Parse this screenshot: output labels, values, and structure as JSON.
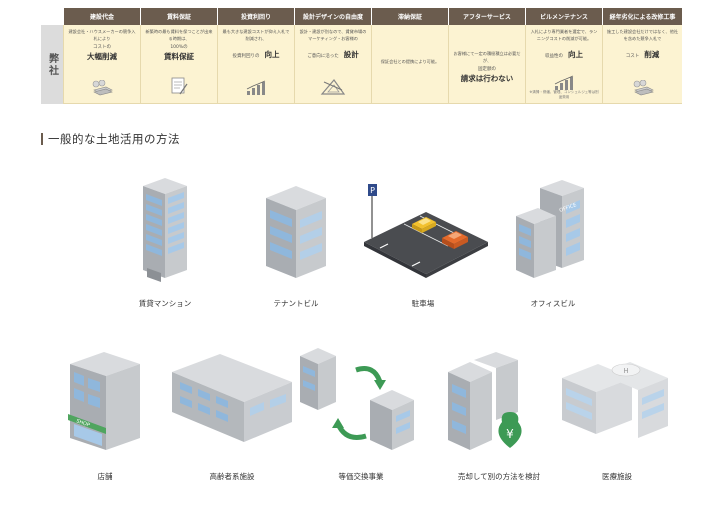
{
  "comparison": {
    "row_label": "弊社",
    "columns": [
      {
        "header": "建設代金",
        "desc": "建設会社・ハウスメーカーの競争入札により",
        "small": "コストの",
        "big": "大幅削減",
        "icon": "money-icon"
      },
      {
        "header": "賃料保証",
        "desc": "新築時の最も賃料を保つことが出来る時期は、",
        "small": "100%の",
        "big": "賃料保証",
        "icon": "document-check-icon"
      },
      {
        "header": "投資利回り",
        "desc": "最も大きな建設コストが抑え入札で削減され、",
        "small": "投資利回りの",
        "big": "向上",
        "icon": "bar-chart-icon"
      },
      {
        "header": "設計デザインの自由度",
        "desc": "設計・建設が別なので、賃貸市場のマーケティング・お客様の",
        "small": "ご意向に沿った",
        "big": "設計",
        "icon": "drafting-tools-icon"
      },
      {
        "header": "滞納保証",
        "desc": "保証会社との提携により可能。",
        "small": "",
        "big": "",
        "icon": ""
      },
      {
        "header": "アフターサービス",
        "desc": "お客様にて一定の積極積立は必要だが、",
        "small": "固定額の",
        "big": "請求は行わない",
        "icon": ""
      },
      {
        "header": "ビルメンテナンス",
        "desc": "入札により専門業者を選定で、ランニングコストの削減が可能。",
        "small": "収益性の",
        "big": "向上",
        "icon": "bar-chart-icon",
        "note": "※清掃・修繕、管理、コンシェルジュ等は別途費用"
      },
      {
        "header": "経年劣化による改修工事",
        "desc": "施工した建設会社だけではなく、他社を含めた競争入札で",
        "small": "コスト",
        "big": "削減",
        "icon": "money-icon"
      }
    ]
  },
  "section": {
    "title": "一般的な土地活用の方法"
  },
  "methods": [
    {
      "label": "賃貸マンション",
      "icon": "tall-apartment-icon"
    },
    {
      "label": "テナントビル",
      "icon": "tenant-building-icon"
    },
    {
      "label": "駐車場",
      "icon": "parking-lot-icon"
    },
    {
      "label": "オフィスビル",
      "icon": "office-building-icon"
    },
    {
      "label": "店舗",
      "icon": "shop-icon"
    },
    {
      "label": "高齢者系施設",
      "icon": "senior-facility-icon"
    },
    {
      "label": "等価交換事業",
      "icon": "equivalent-exchange-icon"
    },
    {
      "label": "売却して別の方法を検討",
      "icon": "sell-building-icon"
    },
    {
      "label": "医療施設",
      "icon": "hospital-icon"
    }
  ],
  "signs": {
    "parking": "P",
    "office": "OFFICE",
    "shop": "SHOP",
    "yen": "¥",
    "hospital": "H"
  },
  "colors": {
    "header_bg": "#6b5c4e",
    "cell_bg": "#fcf3d2",
    "building": "#b9bcc0",
    "glass": "#9cc3e4",
    "green": "#3d9a55"
  }
}
